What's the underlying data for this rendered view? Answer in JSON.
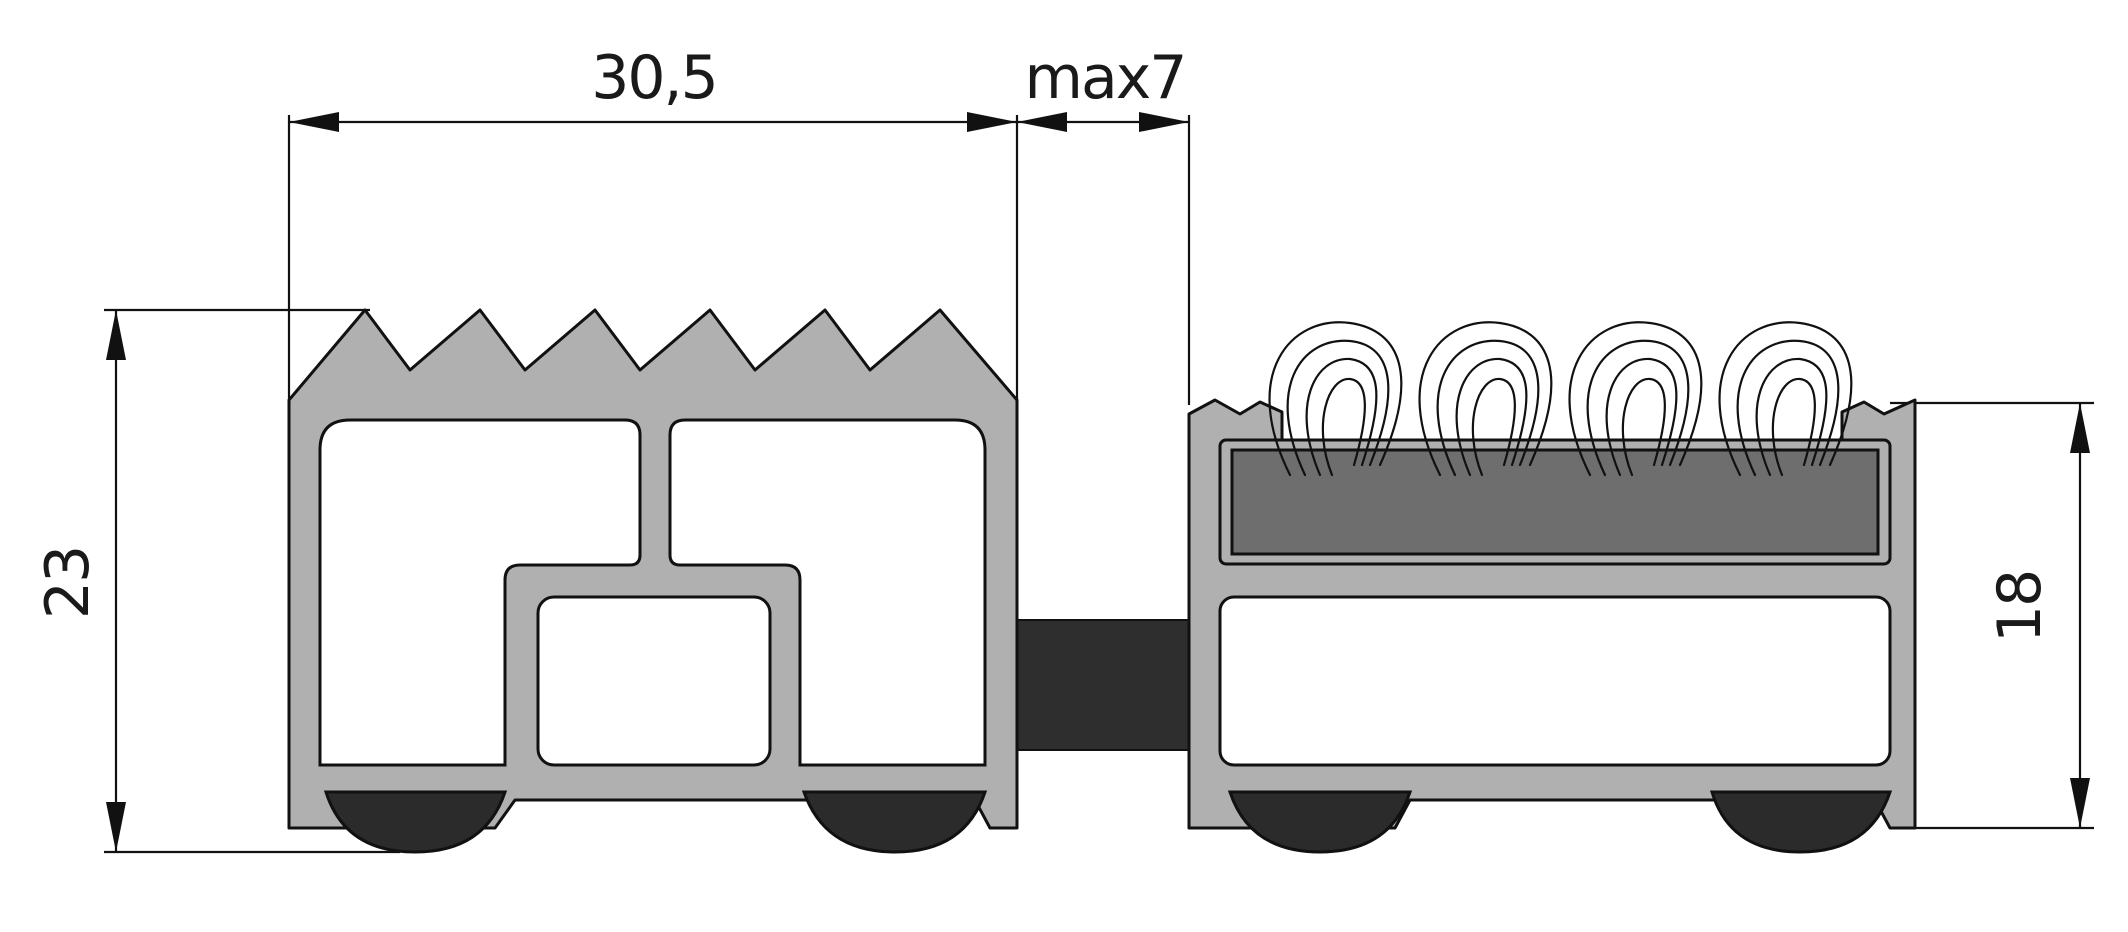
{
  "dimensions": {
    "width_top_left": "30,5",
    "gap_max": "max7",
    "height_left": "23",
    "height_right": "18"
  },
  "colors": {
    "aluminium": "#b0b0b0",
    "rubber": "#2b2b2b",
    "insert": "#6e6e6e",
    "line": "#111111"
  },
  "components": [
    "rubber-profile-module",
    "rubber-spacer",
    "textile-brush-module"
  ]
}
